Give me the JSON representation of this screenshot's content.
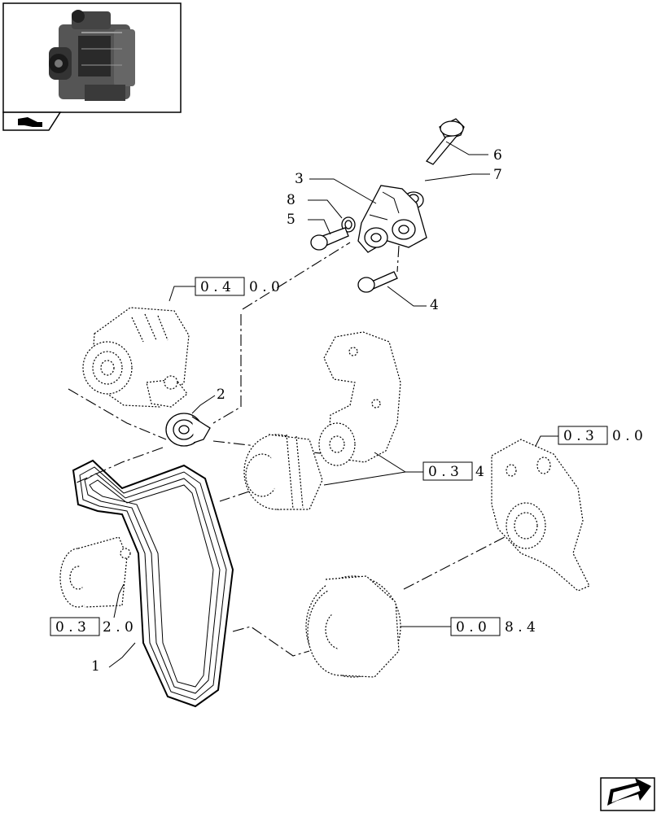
{
  "callouts": [
    {
      "label": "1"
    },
    {
      "label": "2"
    },
    {
      "label": "3"
    },
    {
      "label": "4"
    },
    {
      "label": "5"
    },
    {
      "label": "6"
    },
    {
      "label": "7"
    },
    {
      "label": "8"
    }
  ],
  "references": [
    {
      "boxed": "0 . 4",
      "rest": "0 . 0"
    },
    {
      "boxed": "0 . 3",
      "rest": "0 . 0"
    },
    {
      "boxed": "0 . 3",
      "rest": "4"
    },
    {
      "boxed": "0 . 3",
      "rest": "2 . 0"
    },
    {
      "boxed": "0 . 0",
      "rest": "8 . 4"
    }
  ],
  "icons": {
    "thumbnail": "engine-thumbnail-icon",
    "tab": "hand-pointer-icon",
    "nav": "next-page-arrow-icon"
  }
}
